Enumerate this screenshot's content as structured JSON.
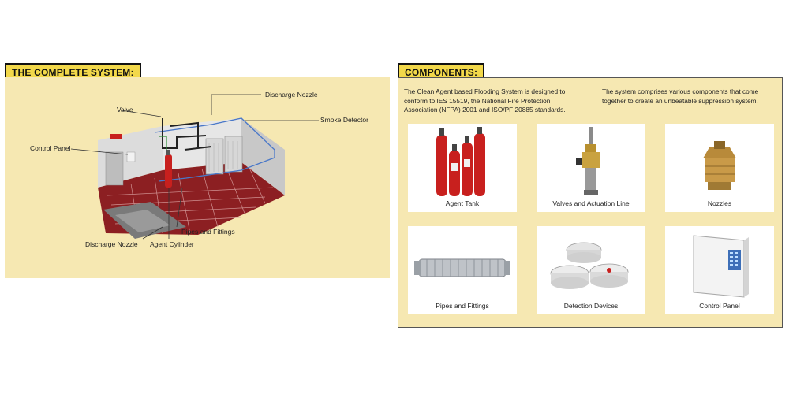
{
  "left": {
    "title": "THE COMPLETE SYSTEM:",
    "labels": {
      "valve": "Valve",
      "discharge_nozzle_top": "Discharge Nozzle",
      "smoke_detector": "Smoke Detector",
      "control_panel": "Control Panel",
      "pipes_fittings": "Pipes and Fittings",
      "discharge_nozzle_bottom": "Discharge Nozzle",
      "agent_cylinder": "Agent Cylinder"
    }
  },
  "right": {
    "title": "COMPONENTS:",
    "intro_left": "The Clean Agent based Flooding System is designed to conform to IES 15519, the National Fire Protection Association (NFPA) 2001 and ISO/PF 20885 standards.",
    "intro_right": "The system comprises various components that come together to create an unbeatable suppression system.",
    "cards": [
      {
        "label": "Agent Tank",
        "icon": "fire-cylinders-icon"
      },
      {
        "label": "Valves and Actuation Line",
        "icon": "valve-icon"
      },
      {
        "label": "Nozzles",
        "icon": "nozzle-icon"
      },
      {
        "label": "Pipes and Fittings",
        "icon": "flex-pipe-icon"
      },
      {
        "label": "Detection Devices",
        "icon": "smoke-detector-icon"
      },
      {
        "label": "Control Panel",
        "icon": "control-panel-icon"
      }
    ]
  },
  "colors": {
    "badge": "#f2d84a",
    "panel": "#f6e8b2",
    "cylinder_red": "#c8201e",
    "floor_red": "#8c1f22",
    "pipe_blue": "#4a78c8"
  }
}
